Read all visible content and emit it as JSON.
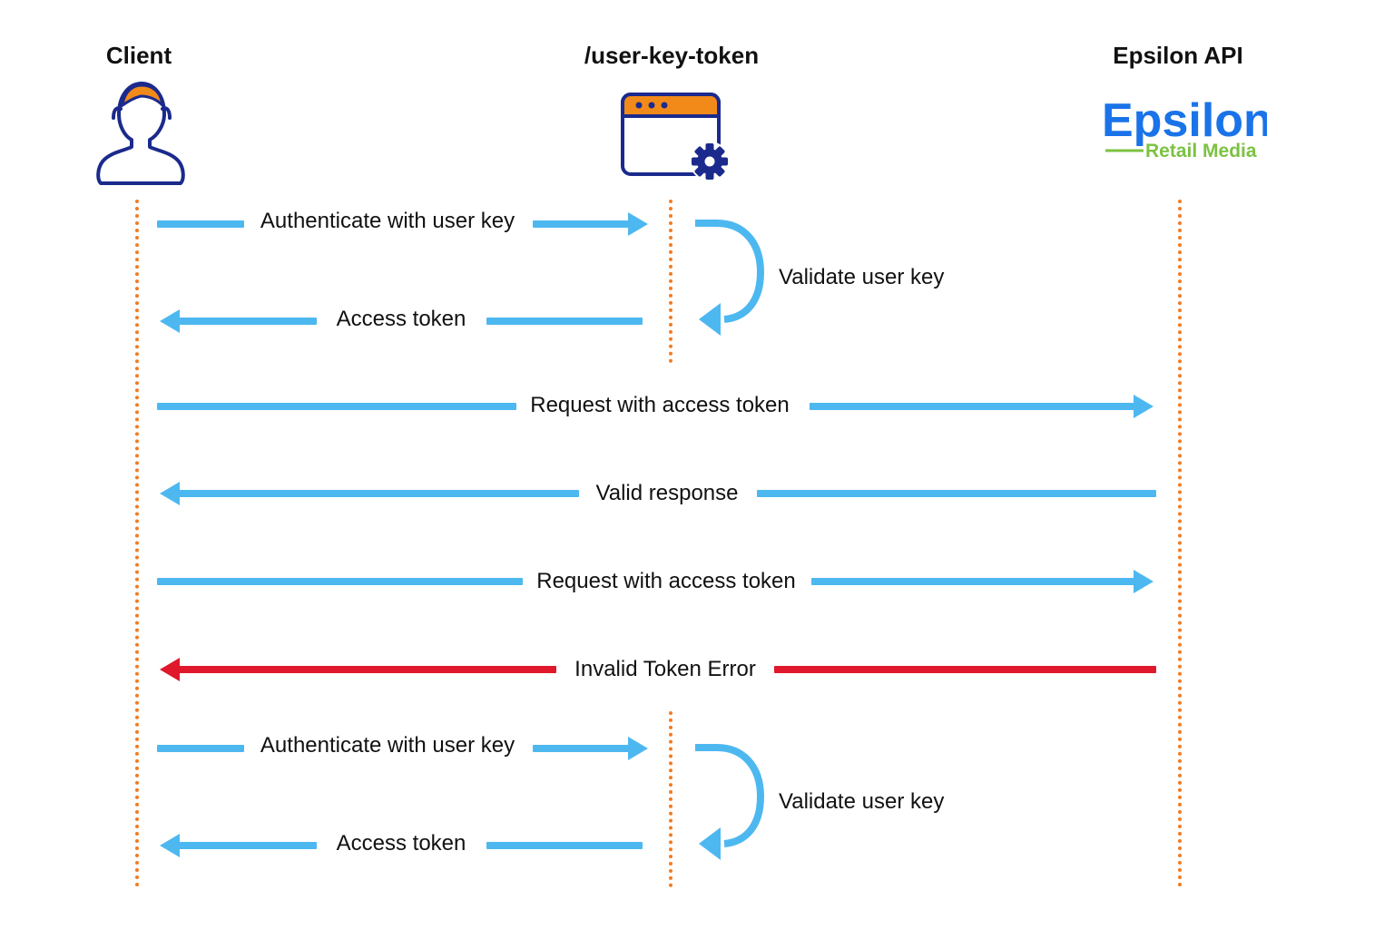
{
  "actors": {
    "client": "Client",
    "endpoint": "/user-key-token",
    "api": "Epsilon API"
  },
  "logo": {
    "brand": "Epsilon",
    "tagline": "Retail Media"
  },
  "messages": {
    "m1": "Authenticate with user key",
    "m2": "Validate user key",
    "m3": "Access token",
    "m4": "Request with access token",
    "m5": "Valid response",
    "m6": "Request with access token",
    "m7": "Invalid Token Error",
    "m8": "Authenticate with user key",
    "m9": "Validate user key",
    "m10": "Access token"
  },
  "colors": {
    "arrow": "#4db8f0",
    "error": "#e0182b",
    "lifeline": "#f07c24",
    "icon_outline": "#1b2a8c",
    "icon_accent": "#f28a1a",
    "logo_blue": "#1a73e8",
    "logo_green": "#7cc242"
  },
  "icons": [
    "user-icon",
    "api-window-gear-icon"
  ]
}
